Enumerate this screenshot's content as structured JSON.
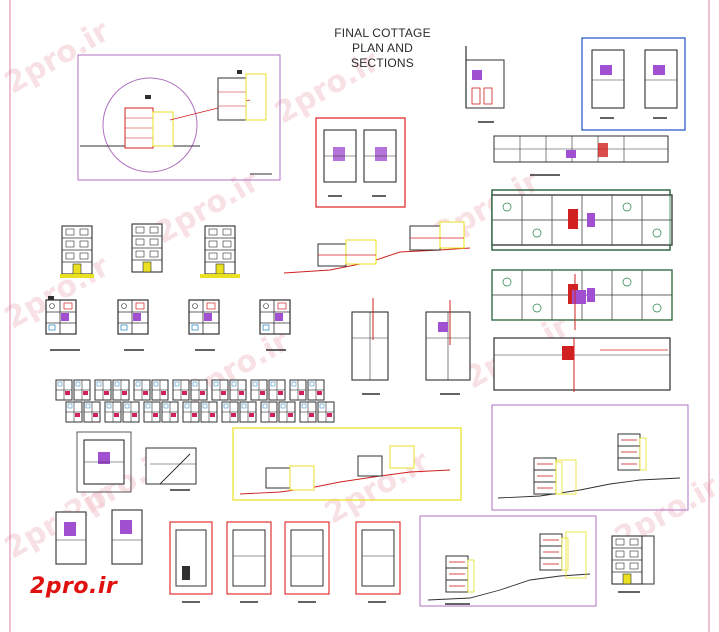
{
  "drawing": {
    "title_lines": [
      "FINAL COTTAGE",
      "PLAN AND",
      "SECTIONS"
    ]
  },
  "watermark": {
    "text": "2pro.ir"
  },
  "logo": {
    "text": "2pro.ir"
  },
  "colors": {
    "frame_violet": "#b070c0",
    "frame_red": "#e02020",
    "frame_blue": "#2050c0",
    "frame_yellow": "#e8e020",
    "wall_dark": "#303030",
    "accent_purple": "#a050d0",
    "accent_red": "#d02020",
    "accent_cyan": "#20a0c0",
    "accent_green": "#208040",
    "accent_orange": "#e08020",
    "watermark": "#f4c9cf",
    "logo_red": "#e01010"
  }
}
